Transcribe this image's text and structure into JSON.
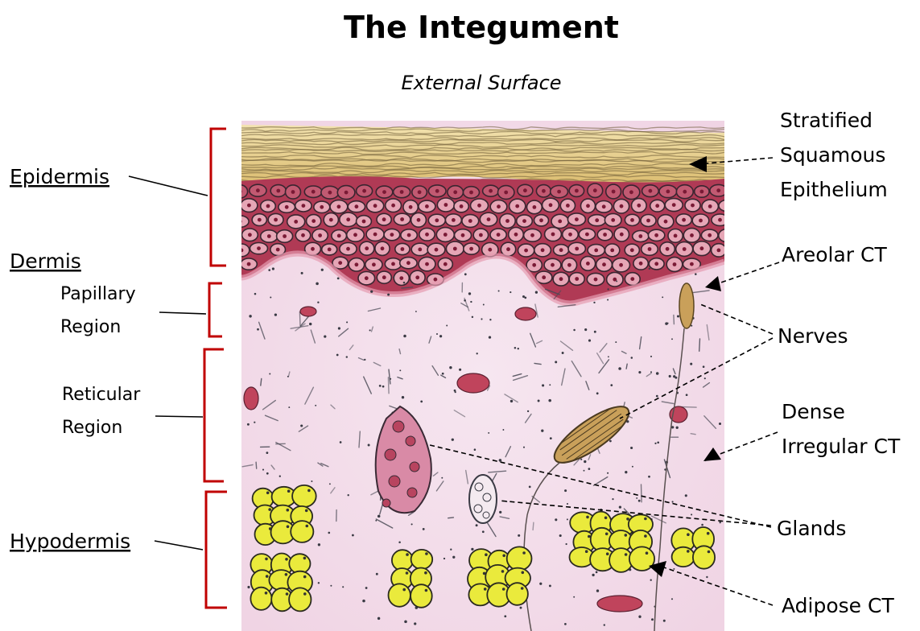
{
  "title": "The Integument",
  "subtitle": "External Surface",
  "left_labels": {
    "epidermis": "Epidermis",
    "dermis": "Dermis",
    "papillary_line1": "Papillary",
    "papillary_line2": "Region",
    "reticular_line1": "Reticular",
    "reticular_line2": "Region",
    "hypodermis": "Hypodermis"
  },
  "right_labels": {
    "epithelium_line1": "Stratified",
    "epithelium_line2": "Squamous",
    "epithelium_line3": "Epithelium",
    "areolar": "Areolar CT",
    "nerves": "Nerves",
    "dense_line1": "Dense",
    "dense_line2": "Irregular CT",
    "glands": "Glands",
    "adipose": "Adipose CT"
  },
  "colors": {
    "bracket": "#c00000",
    "keratin": "#e8cf8a",
    "epidermis_cells": "#c9526b",
    "dermis": "#f3d6e6",
    "fat": "#eaea3c"
  }
}
